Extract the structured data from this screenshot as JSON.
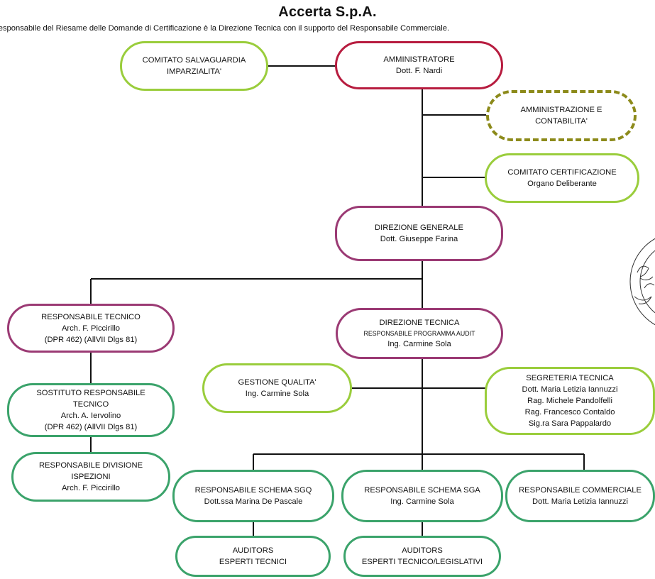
{
  "header": {
    "title": "Accerta S.p.A.",
    "subtitle": "responsabile del Riesame delle Domande di Certificazione è la Direzione Tecnica con il supporto del Responsabile Commerciale."
  },
  "colors": {
    "green": "#9acd3c",
    "red": "#b71c3f",
    "plum": "#9b3a74",
    "teal": "#3ba36b",
    "olive": "#8c8a1a"
  },
  "nodes": {
    "comitato_salvaguardia": {
      "line1": "COMITATO SALVAGUARDIA",
      "line2": "IMPARZIALITA'"
    },
    "amministratore": {
      "line1": "AMMINISTRATORE",
      "line2": "Dott. F. Nardi"
    },
    "amministrazione_contabilita": {
      "line1": "AMMINISTRAZIONE E",
      "line2": "CONTABILITA'"
    },
    "comitato_certificazione": {
      "line1": "COMITATO CERTIFICAZIONE",
      "line2": "Organo Deliberante"
    },
    "direzione_generale": {
      "line1": "DIREZIONE GENERALE",
      "line2": "Dott. Giuseppe Farina"
    },
    "responsabile_tecnico": {
      "line1": "RESPONSABILE TECNICO",
      "line2": "Arch. F. Piccirillo",
      "line3": "(DPR 462) (AllVII Dlgs 81)"
    },
    "direzione_tecnica": {
      "line1": "DIREZIONE TECNICA",
      "line2": "RESPONSABILE PROGRAMMA AUDIT",
      "line3": "Ing. Carmine Sola"
    },
    "gestione_qualita": {
      "line1": "GESTIONE QUALITA'",
      "line2": "Ing. Carmine Sola"
    },
    "segreteria_tecnica": {
      "line1": "SEGRETERIA TECNICA",
      "line2": "Dott. Maria Letizia Iannuzzi",
      "line3": "Rag. Michele Pandolfelli",
      "line4": "Rag. Francesco Contaldo",
      "line5": "Sig.ra Sara Pappalardo"
    },
    "sostituto_responsabile": {
      "line1": "SOSTITUTO RESPONSABILE",
      "line2": "TECNICO",
      "line3": "Arch. A. Iervolino",
      "line4": "(DPR 462) (AllVII Dlgs 81)"
    },
    "responsabile_divisione": {
      "line1": "RESPONSABILE DIVISIONE",
      "line2": "ISPEZIONI",
      "line3": "Arch. F. Piccirillo"
    },
    "schema_sgq": {
      "line1": "RESPONSABILE SCHEMA SGQ",
      "line2": "Dott.ssa Marina De Pascale"
    },
    "schema_sga": {
      "line1": "RESPONSABILE SCHEMA SGA",
      "line2": "Ing. Carmine Sola"
    },
    "responsabile_commerciale": {
      "line1": "RESPONSABILE COMMERCIALE",
      "line2": "Dott. Maria Letizia Iannuzzi"
    },
    "auditors_sgq": {
      "line1": "AUDITORS",
      "line2": "ESPERTI TECNICI"
    },
    "auditors_sga": {
      "line1": "AUDITORS",
      "line2": "ESPERTI TECNICO/LEGISLATIVI"
    }
  }
}
